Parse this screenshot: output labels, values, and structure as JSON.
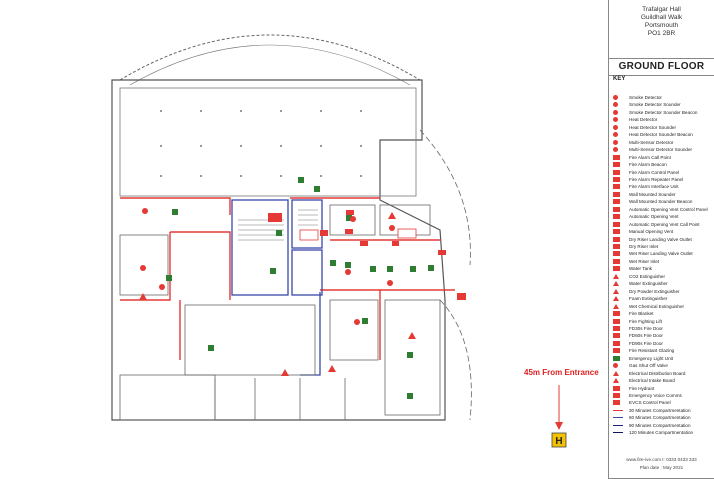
{
  "address": [
    "Trafalgar Hall",
    "Guildhall Walk",
    "Portsmouth",
    "PO1 2BR"
  ],
  "floor_title": "GROUND FLOOR",
  "key_title": "KEY",
  "key_items": [
    {
      "label": "Smoke Detector",
      "color": "#e53935",
      "shape": "circle"
    },
    {
      "label": "Smoke Detector Sounder",
      "color": "#e53935",
      "shape": "circle"
    },
    {
      "label": "Smoke Detector Sounder Beacon",
      "color": "#e53935",
      "shape": "circle"
    },
    {
      "label": "Heat Detector",
      "color": "#e53935",
      "shape": "circle"
    },
    {
      "label": "Heat Detector Sounder",
      "color": "#e53935",
      "shape": "circle"
    },
    {
      "label": "Heat Detector Sounder Beacon",
      "color": "#e53935",
      "shape": "circle"
    },
    {
      "label": "Multi-Sensor Detector",
      "color": "#e53935",
      "shape": "circle"
    },
    {
      "label": "Multi-Sensor Detector Sounder",
      "color": "#e53935",
      "shape": "circle"
    },
    {
      "label": "Fire Alarm Call Point",
      "color": "#e53935",
      "shape": "square"
    },
    {
      "label": "Fire Alarm Beacon",
      "color": "#e53935",
      "shape": "square"
    },
    {
      "label": "Fire Alarm Control Panel",
      "color": "#e53935",
      "shape": "square"
    },
    {
      "label": "Fire Alarm Repeater Panel",
      "color": "#e53935",
      "shape": "square"
    },
    {
      "label": "Fire Alarm Interface Unit",
      "color": "#e53935",
      "shape": "square"
    },
    {
      "label": "Wall Mounted Sounder",
      "color": "#e53935",
      "shape": "square"
    },
    {
      "label": "Wall Mounted Sounder Beacon",
      "color": "#e53935",
      "shape": "square"
    },
    {
      "label": "Automatic Opening Vent Control Panel",
      "color": "#e53935",
      "shape": "square"
    },
    {
      "label": "Automatic Opening Vent",
      "color": "#e53935",
      "shape": "square"
    },
    {
      "label": "Automatic Opening Vent Call Point",
      "color": "#e53935",
      "shape": "square"
    },
    {
      "label": "Manual Opening Vent",
      "color": "#e53935",
      "shape": "square"
    },
    {
      "label": "Dry Riser Landing Valve Outlet",
      "color": "#e53935",
      "shape": "square"
    },
    {
      "label": "Dry Riser Inlet",
      "color": "#e53935",
      "shape": "square"
    },
    {
      "label": "Wet Riser Landing Valve Outlet",
      "color": "#e53935",
      "shape": "square"
    },
    {
      "label": "Wet Riser Inlet",
      "color": "#e53935",
      "shape": "square"
    },
    {
      "label": "Water Tank",
      "color": "#e53935",
      "shape": "square"
    },
    {
      "label": "CO2 Extinguisher",
      "color": "#e53935",
      "shape": "triangle"
    },
    {
      "label": "Water Extinguisher",
      "color": "#e53935",
      "shape": "triangle"
    },
    {
      "label": "Dry Powder Extinguisher",
      "color": "#e53935",
      "shape": "triangle"
    },
    {
      "label": "Foam Extinguisher",
      "color": "#e53935",
      "shape": "triangle"
    },
    {
      "label": "Wet Chemical Extinguisher",
      "color": "#e53935",
      "shape": "triangle"
    },
    {
      "label": "Fire Blanket",
      "color": "#e53935",
      "shape": "square"
    },
    {
      "label": "Fire Fighting Lift",
      "color": "#e53935",
      "shape": "square"
    },
    {
      "label": "FD30s Fire Door",
      "color": "#e53935",
      "shape": "square"
    },
    {
      "label": "FD60s Fire Door",
      "color": "#e53935",
      "shape": "square"
    },
    {
      "label": "FD90s Fire Door",
      "color": "#e53935",
      "shape": "square"
    },
    {
      "label": "Fire Resistant Glazing",
      "color": "#e53935",
      "shape": "square"
    },
    {
      "label": "Emergency Light Unit",
      "color": "#2e7d32",
      "shape": "square"
    },
    {
      "label": "Gas Shut Off Valve",
      "color": "#e53935",
      "shape": "circle"
    },
    {
      "label": "Electrical Distribution Board",
      "color": "#e53935",
      "shape": "triangle"
    },
    {
      "label": "Electrical Intake Board",
      "color": "#e53935",
      "shape": "triangle"
    },
    {
      "label": "Fire Hydrant",
      "color": "#e53935",
      "shape": "square"
    },
    {
      "label": "Emergency Voice Comms",
      "color": "#e53935",
      "shape": "square"
    },
    {
      "label": "EVCS Control Panel",
      "color": "#e53935",
      "shape": "square"
    },
    {
      "label": "30 Minutes Compartmentation",
      "color": "#e53935",
      "shape": "line"
    },
    {
      "label": "60 Minutes Compartmentation",
      "color": "#3949ab",
      "shape": "line"
    },
    {
      "label": "90 Minutes Compartmentation",
      "color": "#1a237e",
      "shape": "line"
    },
    {
      "label": "120 Minutes Compartmentation",
      "color": "#0d1660",
      "shape": "line"
    }
  ],
  "footer_web": "www.fire-ive.com t: 0333 0433 333",
  "footer_date": "Plan date : May 2021",
  "entrance_label": "45m From Entrance",
  "colors": {
    "fire_red": "#e53935",
    "safety_green": "#2e7d32",
    "compartment_blue": "#3949ab",
    "wall_grey": "#555555",
    "hydrant_yellow": "#f2c200"
  }
}
